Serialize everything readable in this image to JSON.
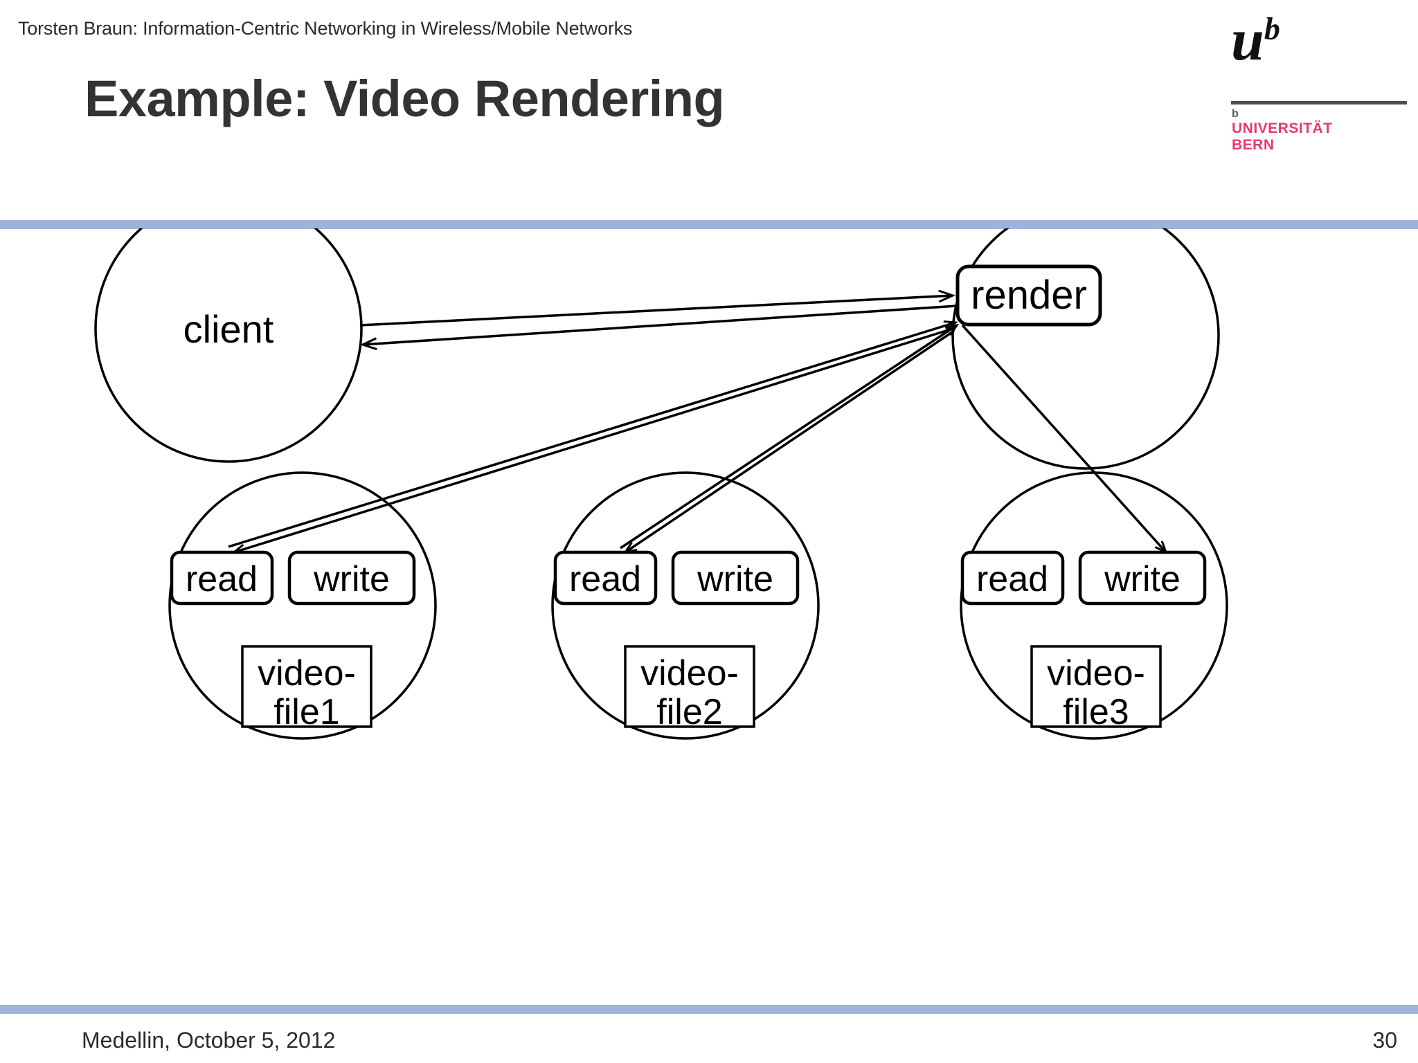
{
  "header": {
    "breadcrumb": "Torsten Braun: Information-Centric Networking in Wireless/Mobile Networks",
    "title": "Example: Video Rendering"
  },
  "logo": {
    "mark_u": "u",
    "mark_sup": "b",
    "small_b": "b",
    "name_line1": "UNIVERSITÄT",
    "name_line2": "BERN",
    "accent_color": "#e8396a",
    "rule_color": "#4d4d4d"
  },
  "theme": {
    "divider_color": "#9db4d8",
    "stroke_color": "#000000",
    "background": "#ffffff"
  },
  "footer": {
    "location_date": "Medellin, October 5, 2012",
    "page_number": "30"
  },
  "diagram": {
    "type": "node-link",
    "nodes": [
      {
        "id": "client",
        "label": "client",
        "shape": "circle"
      },
      {
        "id": "render-host",
        "label": "",
        "shape": "circle"
      },
      {
        "id": "store1",
        "label": "",
        "shape": "circle"
      },
      {
        "id": "store2",
        "label": "",
        "shape": "circle"
      },
      {
        "id": "store3",
        "label": "",
        "shape": "circle"
      }
    ],
    "render_box": {
      "label": "render",
      "shape": "rounded-rect"
    },
    "stores": [
      {
        "read_label": "read",
        "write_label": "write",
        "file_label_line1": "video-",
        "file_label_line2": "file1"
      },
      {
        "read_label": "read",
        "write_label": "write",
        "file_label_line1": "video-",
        "file_label_line2": "file2"
      },
      {
        "read_label": "read",
        "write_label": "write",
        "file_label_line1": "video-",
        "file_label_line2": "file3"
      }
    ],
    "edges": [
      {
        "from": "client",
        "to": "render",
        "direction": "forward"
      },
      {
        "from": "render",
        "to": "client",
        "direction": "forward"
      },
      {
        "from": "store1-read",
        "to": "render",
        "direction": "both"
      },
      {
        "from": "store2-read",
        "to": "render",
        "direction": "both"
      },
      {
        "from": "render",
        "to": "store3-write",
        "direction": "forward"
      }
    ]
  }
}
